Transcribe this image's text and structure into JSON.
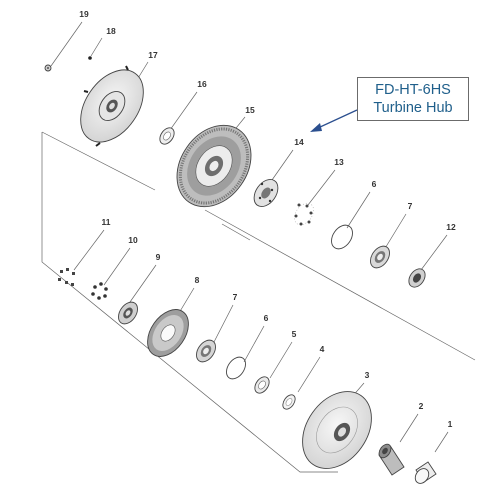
{
  "callout": {
    "line1": "FD-HT-6HS",
    "line2": "Turbine Hub",
    "arrow_color": "#2b4f8f",
    "text_color": "#1f5f8b"
  },
  "labels": {
    "p1": "1",
    "p2": "2",
    "p3": "3",
    "p4": "4",
    "p5": "5",
    "p6a": "6",
    "p6b": "6",
    "p7a": "7",
    "p7b": "7",
    "p8": "8",
    "p9": "9",
    "p10": "10",
    "p11": "11",
    "p12": "12",
    "p13": "13",
    "p14": "14",
    "p15": "15",
    "p16": "16",
    "p17": "17",
    "p18": "18",
    "p19": "19"
  }
}
